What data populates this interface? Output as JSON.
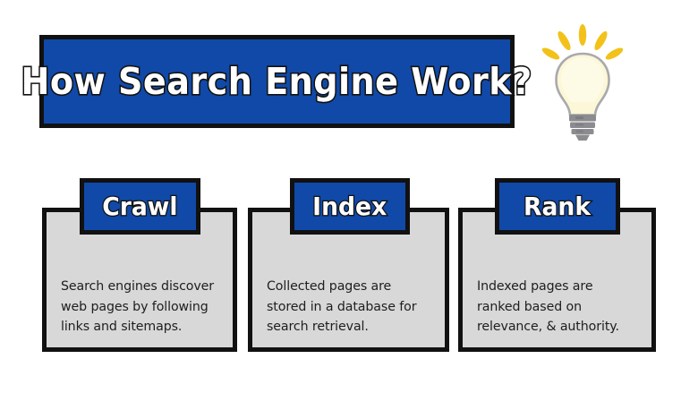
{
  "header": {
    "title": "How Search Engine Work?",
    "icon": "lightbulb-icon"
  },
  "colors": {
    "brand_blue": "#1049A8",
    "outline_black": "#111111",
    "card_gray": "#D8D8D8",
    "background": "#FFFFFF",
    "bulb_glow": "#FBF8DC",
    "bulb_rays": "#F2C21A",
    "bulb_base_gray": "#8C8C90",
    "body_text": "#1E1E1E"
  },
  "steps": [
    {
      "badge": "Crawl",
      "body": "Search engines discover web pages by following links and sitemaps."
    },
    {
      "badge": "Index",
      "body": "Collected pages are stored in a database for search retrieval."
    },
    {
      "badge": "Rank",
      "body": "Indexed pages are ranked based on relevance, & authority."
    }
  ]
}
